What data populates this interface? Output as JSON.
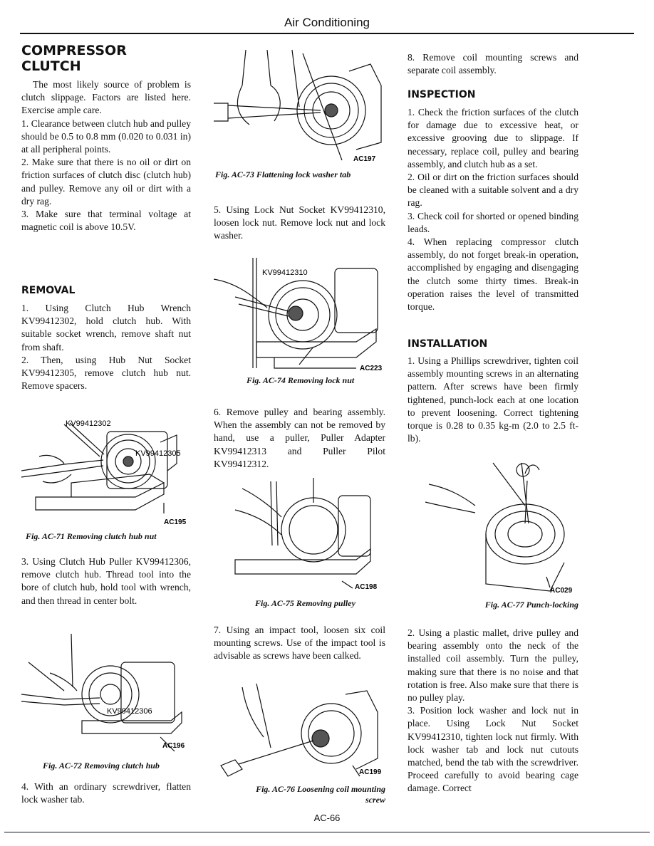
{
  "header": {
    "title": "Air Conditioning"
  },
  "page_number": "AC-66",
  "clutch_heading": {
    "line1": "COMPRESSOR",
    "line2": "CLUTCH"
  },
  "intro": [
    "The most likely source of problem is clutch slippage. Factors are listed here. Exercise ample care.",
    "1. Clearance between clutch hub and pulley should be 0.5 to 0.8 mm (0.020 to 0.031 in) at all peripheral points.",
    "2. Make sure that there is no oil or dirt on friction surfaces of clutch disc (clutch hub) and pulley. Remove any oil or dirt with a dry rag.",
    "3. Make sure that terminal voltage at magnetic coil is above 10.5V."
  ],
  "removal": {
    "heading": "REMOVAL",
    "steps_a": [
      "1. Using Clutch Hub Wrench KV99412302, hold clutch hub. With suitable socket wrench, remove shaft nut from shaft.",
      "2. Then, using Hub Nut Socket KV99412305, remove clutch hub nut. Remove spacers."
    ],
    "step3": "3. Using Clutch Hub Puller KV99412306, remove clutch hub. Thread tool into the bore of clutch hub, hold tool with wrench, and then thread in center bolt.",
    "step4": "4. With an ordinary screwdriver, flatten lock washer tab.",
    "step5": "5. Using Lock Nut Socket KV99412310, loosen lock nut. Remove lock nut and lock washer.",
    "step6": "6. Remove pulley and bearing assembly. When the assembly can not be removed by hand, use a puller, Puller Adapter KV99412313 and Puller Pilot KV99412312.",
    "step7": "7. Using an impact tool, loosen six coil mounting screws. Use of the impact tool is advisable as screws have been calked.",
    "step8": "8. Remove coil mounting screws and separate coil assembly."
  },
  "inspection": {
    "heading": "INSPECTION",
    "steps": [
      "1. Check the friction surfaces of the clutch for damage due to excessive heat, or excessive grooving due to slippage. If necessary, replace coil, pulley and bearing assembly, and clutch hub as a set.",
      "2. Oil or dirt on the friction surfaces should be cleaned with a suitable solvent and a dry rag.",
      "3. Check coil for shorted or opened binding leads.",
      "4. When replacing compressor clutch assembly, do not forget break-in operation, accomplished by engaging and disengaging the clutch some thirty times. Break-in operation raises the level of transmitted torque."
    ]
  },
  "installation": {
    "heading": "INSTALLATION",
    "step1": "1. Using a Phillips screwdriver, tighten coil assembly mounting screws in an alternating pattern. After screws have been firmly tightened, punch-lock each at one location to prevent loosening. Correct tightening torque is 0.28 to 0.35 kg-m (2.0 to 2.5 ft-lb).",
    "step2": "2. Using a plastic mallet, drive pulley and bearing assembly onto the neck of the installed coil assembly. Turn the pulley, making sure that there is no noise and that rotation is free. Also make sure that there is no pulley play.",
    "step3": "3. Position lock washer and lock nut in place. Using Lock Nut Socket KV99412310, tighten lock nut firmly. With lock washer tab and lock nut cutouts matched, bend the tab with the screwdriver. Proceed carefully to avoid bearing cage damage. Correct"
  },
  "figures": {
    "fig71": {
      "caption": "Fig. AC-71 Removing clutch hub nut",
      "code": "AC195",
      "labels": [
        "KV99412302",
        "KV99412305"
      ]
    },
    "fig72": {
      "caption": "Fig. AC-72 Removing clutch hub",
      "code": "AC196",
      "labels": [
        "KV99412306"
      ]
    },
    "fig73": {
      "caption": "Fig. AC-73 Flattening lock washer tab",
      "code": "AC197"
    },
    "fig74": {
      "caption": "Fig. AC-74 Removing lock nut",
      "code": "AC223",
      "labels": [
        "KV99412310"
      ]
    },
    "fig75": {
      "caption": "Fig. AC-75 Removing pulley",
      "code": "AC198"
    },
    "fig76": {
      "caption_l1": "Fig. AC-76 Loosening coil mounting",
      "caption_l2": "screw",
      "code": "AC199"
    },
    "fig77": {
      "caption": "Fig. AC-77 Punch-locking",
      "code": "AC029"
    }
  }
}
